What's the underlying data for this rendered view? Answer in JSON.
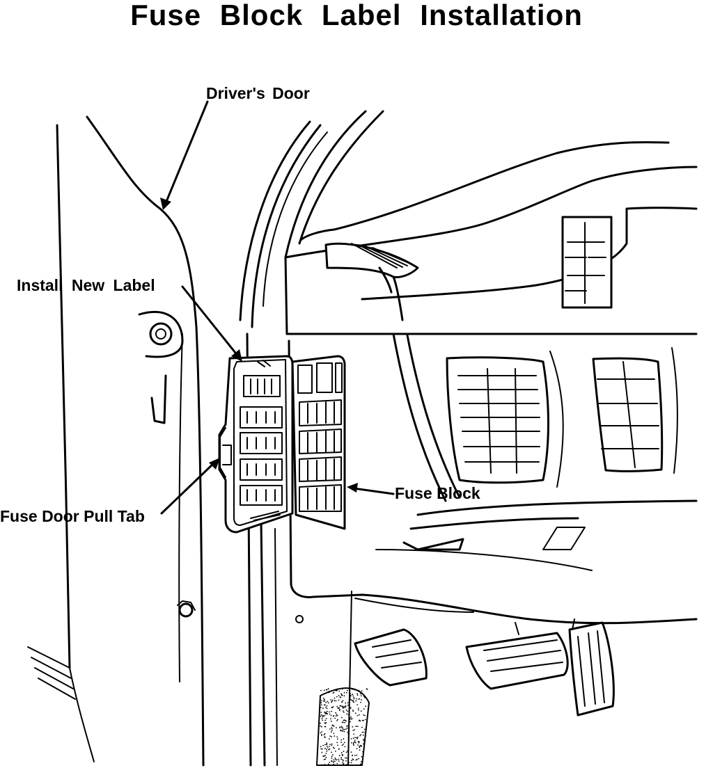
{
  "title": "Fuse Block Label Installation",
  "labels": {
    "drivers_door": "Driver's Door",
    "install_new_label": "Install New Label",
    "fuse_door_pull_tab": "Fuse Door Pull Tab",
    "fuse_block": "Fuse Block"
  },
  "colors": {
    "ink": "#000000",
    "paper": "#ffffff"
  }
}
